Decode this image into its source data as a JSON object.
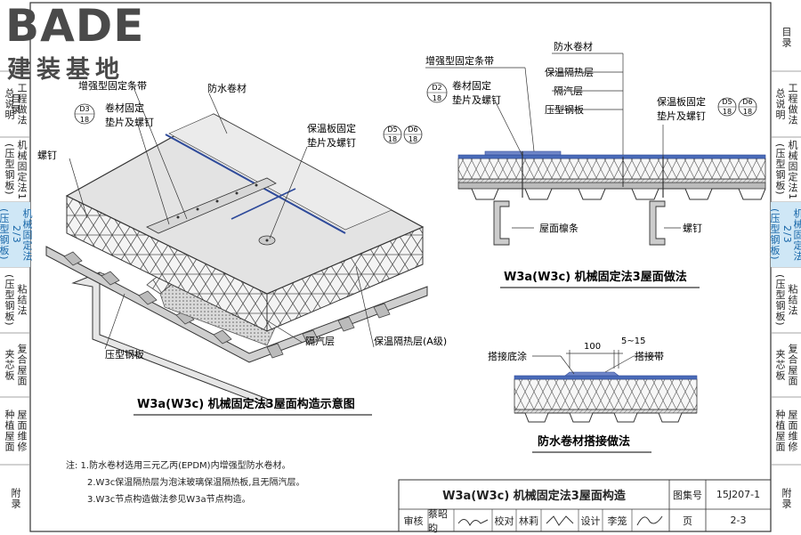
{
  "brand": {
    "en": "BADE",
    "cn": "建装基地"
  },
  "left_tabs": [
    {
      "text": "目录"
    },
    {
      "text": "总说明",
      "text2": "工程做法"
    },
    {
      "text": "(压型钢板)",
      "text2": "机械固定法1"
    },
    {
      "text": "(压型钢板)",
      "text2": "机械固定法2/3",
      "active": true
    },
    {
      "text": "(压型钢板)",
      "text2": "粘结法"
    },
    {
      "text": "夹芯板",
      "text2": "复合屋面"
    },
    {
      "text": "种植屋面",
      "text2": "屋面维修"
    },
    {
      "text": "附录"
    }
  ],
  "right_tabs": [
    {
      "text": "目录"
    },
    {
      "text": "总说明",
      "text2": "工程做法"
    },
    {
      "text": "(压型钢板)",
      "text2": "机械固定法1"
    },
    {
      "text": "(压型钢板)",
      "text2": "机械固定法2/3",
      "active": true
    },
    {
      "text": "(压型钢板)",
      "text2": "粘结法"
    },
    {
      "text": "夹芯板",
      "text2": "复合屋面"
    },
    {
      "text": "种植屋面",
      "text2": "屋面维修"
    },
    {
      "text": "附录"
    }
  ],
  "iso": {
    "caption": "W3a(W3c) 机械固定法3屋面构造示意图",
    "labels": {
      "reinforced_strip": "增强型固定条带",
      "membrane": "防水卷材",
      "roll_fix": "卷材固定",
      "roll_fix2": "垫片及螺钉",
      "insul_fix": "保温板固定",
      "insul_fix2": "垫片及螺钉",
      "screw": "螺钉",
      "deck": "压型钢板",
      "vapor": "隔汽层",
      "insulation": "保温隔热层(A级)"
    },
    "ref_d3": {
      "top": "D3",
      "bottom": "18"
    },
    "ref_d5": {
      "top": "D5",
      "bottom": "18"
    },
    "ref_d6": {
      "top": "D6",
      "bottom": "18"
    }
  },
  "section": {
    "caption": "W3a(W3c) 机械固定法3屋面做法",
    "labels": {
      "membrane": "防水卷材",
      "reinforced_strip": "增强型固定条带",
      "insul": "保温隔热层",
      "vapor": "隔汽层",
      "deck": "压型钢板",
      "roll_fix": "卷材固定",
      "roll_fix2": "垫片及螺钉",
      "insul_fix": "保温板固定",
      "insul_fix2": "垫片及螺钉",
      "purlin": "屋面檩条",
      "screw": "螺钉"
    },
    "ref_d2": {
      "top": "D2",
      "bottom": "18"
    },
    "ref_d5": {
      "top": "D5",
      "bottom": "18"
    },
    "ref_d6": {
      "top": "D6",
      "bottom": "18"
    }
  },
  "lap": {
    "caption": "防水卷材搭接做法",
    "labels": {
      "primer": "搭接底涂",
      "tape": "搭接带",
      "dim_100": "100",
      "dim_515": "5~15"
    }
  },
  "notes": [
    "注: 1.防水卷材选用三元乙丙(EPDM)内增强型防水卷材。",
    "2.W3c保温隔热层为泡沫玻璃保温隔热板,且无隔汽层。",
    "3.W3c节点构造做法参见W3a节点构造。"
  ],
  "title_block": {
    "title": "W3a(W3c) 机械固定法3屋面构造",
    "atlas_label": "图集号",
    "atlas_no": "15J207-1",
    "review_label": "审核",
    "review_name": "蔡昭昀",
    "check_label": "校对",
    "check_name": "林莉",
    "design_label": "设计",
    "design_name": "李笼",
    "page_label": "页",
    "page_no": "2-3"
  }
}
